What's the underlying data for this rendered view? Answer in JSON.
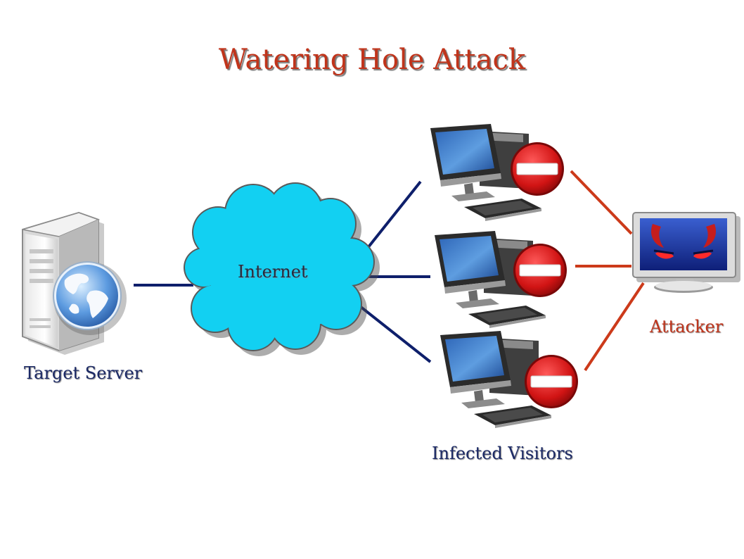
{
  "title": "Watering Hole Attack",
  "nodes": {
    "target_server": {
      "label": "Target Server",
      "icon": "server-globe-icon"
    },
    "internet": {
      "label": "Internet",
      "icon": "cloud-icon"
    },
    "infected_visitors": {
      "label": "Infected Visitors",
      "icon": "computer-blocked-icon",
      "count": 3
    },
    "attacker": {
      "label": "Attacker",
      "icon": "devil-monitor-icon"
    }
  },
  "colors": {
    "title": "#c0341b",
    "label_blue": "#1c2a66",
    "label_red": "#c0341b",
    "link_blue": "#0e1f6b",
    "link_red": "#cc3a1a",
    "cloud": "#12d0f2",
    "block_sign": "#d21a1a"
  }
}
